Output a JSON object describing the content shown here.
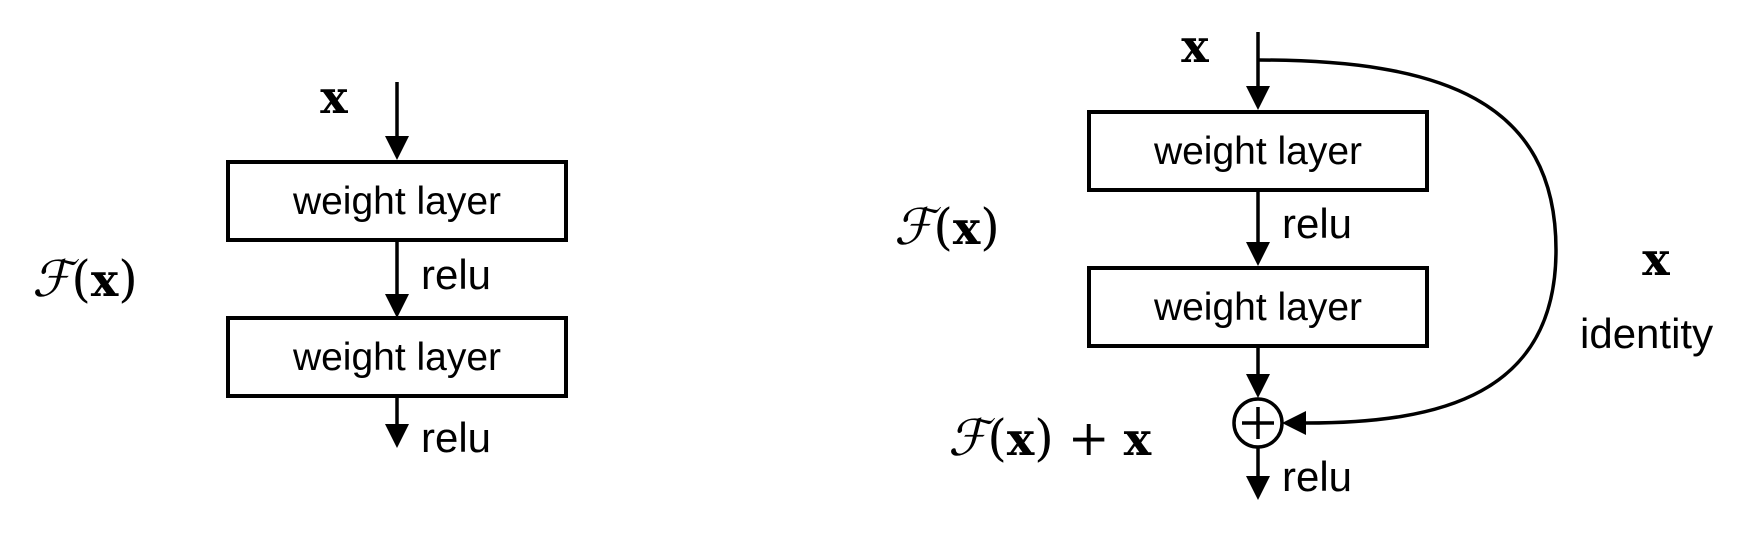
{
  "plain_block": {
    "input_label": "x",
    "layer1_label": "weight layer",
    "activation1_label": "relu",
    "layer2_label": "weight layer",
    "activation2_label": "relu",
    "function_label": {
      "script_f": "ℱ",
      "open_paren": "(",
      "arg": "x",
      "close_paren": ")"
    }
  },
  "residual_block": {
    "input_label": "x",
    "layer1_label": "weight layer",
    "activation1_label": "relu",
    "layer2_label": "weight layer",
    "activation2_label": "relu",
    "function_label": {
      "script_f": "ℱ",
      "open_paren": "(",
      "arg": "x",
      "close_paren": ")"
    },
    "sum_label": {
      "script_f": "ℱ",
      "open_paren": "(",
      "arg": "x",
      "close_paren": ")",
      "plus": "+",
      "arg2": "x"
    },
    "shortcut_value_label": "x",
    "shortcut_label": "identity",
    "add_symbol": "+"
  }
}
